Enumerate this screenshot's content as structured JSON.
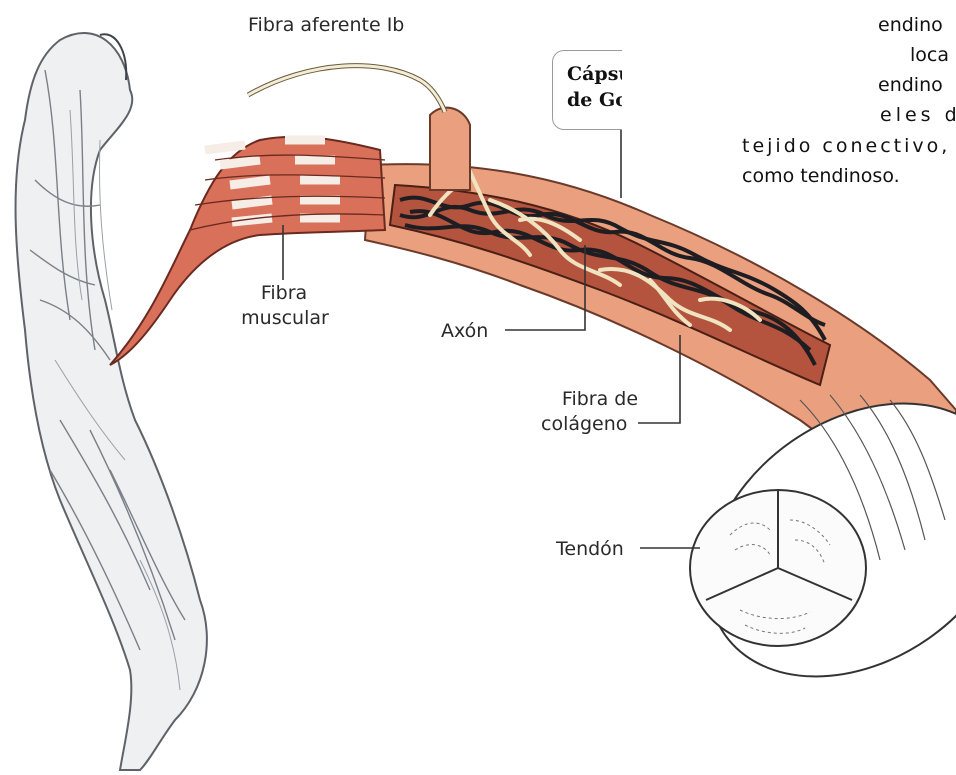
{
  "labels": {
    "afferent": "Fibra aferente Ib",
    "capsule_line1": "Cápsu",
    "capsule_line2": "de Go",
    "muscle_line1": "Fibra",
    "muscle_line2": "muscular",
    "axon": "Axón",
    "collagen_line1": "Fibra de",
    "collagen_line2": "colágeno",
    "tendon": "Tendón"
  },
  "side_text": {
    "line1": "endino",
    "line2": "loca",
    "line3": "endino",
    "line4": "eles d",
    "line5": "tejido conectivo, t",
    "line6": "como tendinoso."
  },
  "colors": {
    "tendon_outer": "#eaa07f",
    "tendon_inner": "#b5543e",
    "muscle": "#d9705a",
    "collagen": "#1e1e22",
    "axon": "#efe3c0",
    "arm": "#8a8f98"
  }
}
